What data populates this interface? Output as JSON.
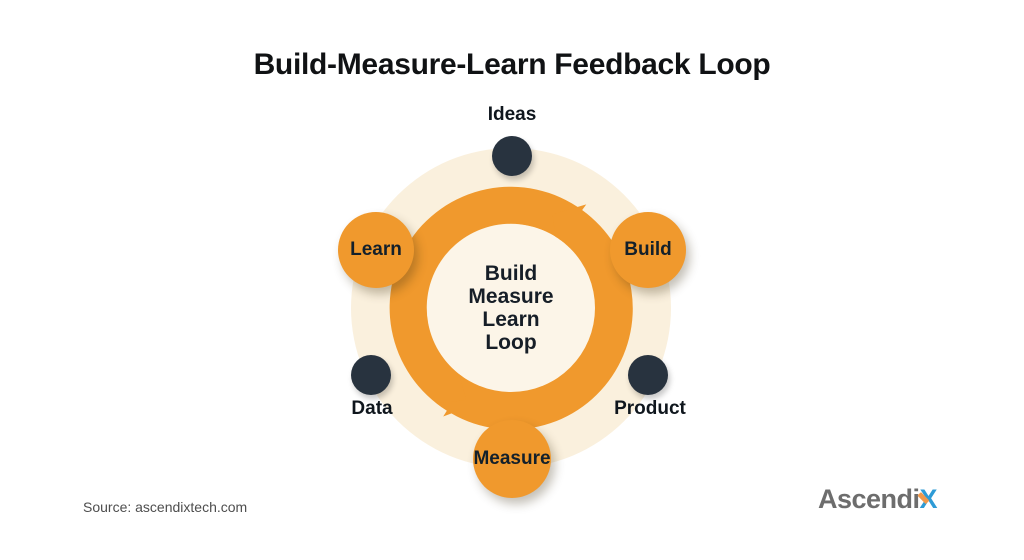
{
  "title": "Build-Measure-Learn Feedback Loop",
  "diagram": {
    "center": {
      "line1": "Build",
      "line2": "Measure",
      "line3": "Learn",
      "line4": "Loop"
    },
    "stages": [
      {
        "label": "Learn"
      },
      {
        "label": "Build"
      },
      {
        "label": "Measure"
      }
    ],
    "artifacts": [
      {
        "label": "Ideas"
      },
      {
        "label": "Data"
      },
      {
        "label": "Product"
      }
    ],
    "colors": {
      "orange": "#F0992D",
      "outer_cream": "#FAF0DD",
      "inner_cream": "#FCF5E8",
      "dark_navy": "#28333F"
    }
  },
  "footer": {
    "source": "Source: ascendixtech.com",
    "logo": {
      "text": "Ascendi",
      "x": "X"
    },
    "logo_colors": {
      "gray": "#6D6D6D",
      "blue": "#2E9BD6",
      "orange": "#F2994A"
    }
  }
}
